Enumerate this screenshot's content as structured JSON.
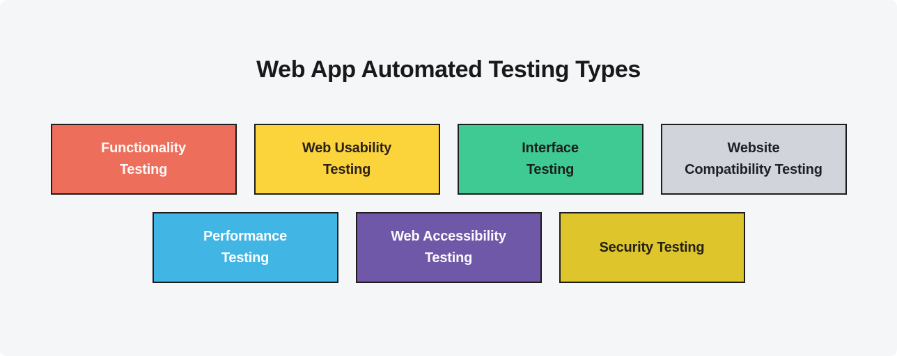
{
  "title": "Web App Automated Testing Types",
  "colors": {
    "background": "#F5F6F8",
    "title_text": "#18191B",
    "box_border": "#1D1D1D"
  },
  "boxes": [
    {
      "id": "functionality-testing",
      "lines": [
        "Functionality",
        "Testing"
      ],
      "bg": "#ED6E5B",
      "text": "#FDF9F8"
    },
    {
      "id": "web-usability-testing",
      "lines": [
        "Web Usability",
        "Testing"
      ],
      "bg": "#FBD43C",
      "text": "#2B2118"
    },
    {
      "id": "interface-testing",
      "lines": [
        "Interface",
        "Testing"
      ],
      "bg": "#3ECA92",
      "text": "#1B1E1C"
    },
    {
      "id": "website-compatibility-testing",
      "lines": [
        "Website",
        "Compatibility Testing"
      ],
      "bg": "#D1D5DB",
      "text": "#1E2025"
    },
    {
      "id": "performance-testing",
      "lines": [
        "Performance",
        "Testing"
      ],
      "bg": "#41B5E4",
      "text": "#FDFEFE"
    },
    {
      "id": "web-accessibility-testing",
      "lines": [
        "Web Accessibility",
        "Testing"
      ],
      "bg": "#6F58A8",
      "text": "#FBFAFD"
    },
    {
      "id": "security-testing",
      "lines": [
        "Security Testing"
      ],
      "bg": "#DEC52C",
      "text": "#232014"
    }
  ]
}
